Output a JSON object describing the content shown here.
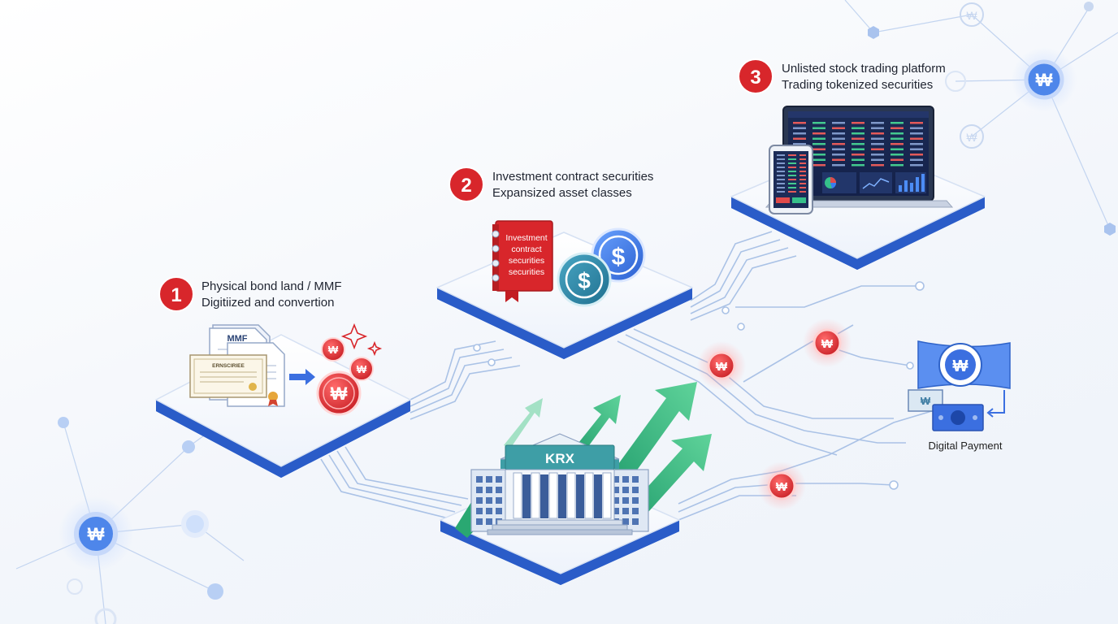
{
  "steps": [
    {
      "number": "1",
      "line1": "Physical bond land / MMF",
      "line2": "Digitiized and convertion"
    },
    {
      "number": "2",
      "line1": "Investment contract securities",
      "line2": "Expansized asset classes"
    },
    {
      "number": "3",
      "line1": "Unlisted stock trading platform",
      "line2": "Trading tokenized securities"
    }
  ],
  "documents": {
    "front_label": "MMF",
    "certificate_label": "ERNSCIRIEE"
  },
  "book": {
    "line1": "Investment",
    "line2": "contract",
    "line3": "securities",
    "line4": "securities"
  },
  "exchange": {
    "sign": "KRX"
  },
  "currency_symbol": "₩",
  "dollar_symbol": "$",
  "payment": {
    "label": "Digital Payment"
  },
  "colors": {
    "accent_red": "#d8262b",
    "platform_blue": "#2f66d8",
    "arrow_green": "#2aa872",
    "circuit_line": "#aac2e6",
    "building_teal": "#3e9ea6"
  },
  "icons": [
    "won-coin-icon",
    "dollar-coin-icon",
    "sparkle-icon",
    "arrow-right-icon",
    "growth-arrow-icon",
    "network-node-icon",
    "banknote-icon"
  ]
}
